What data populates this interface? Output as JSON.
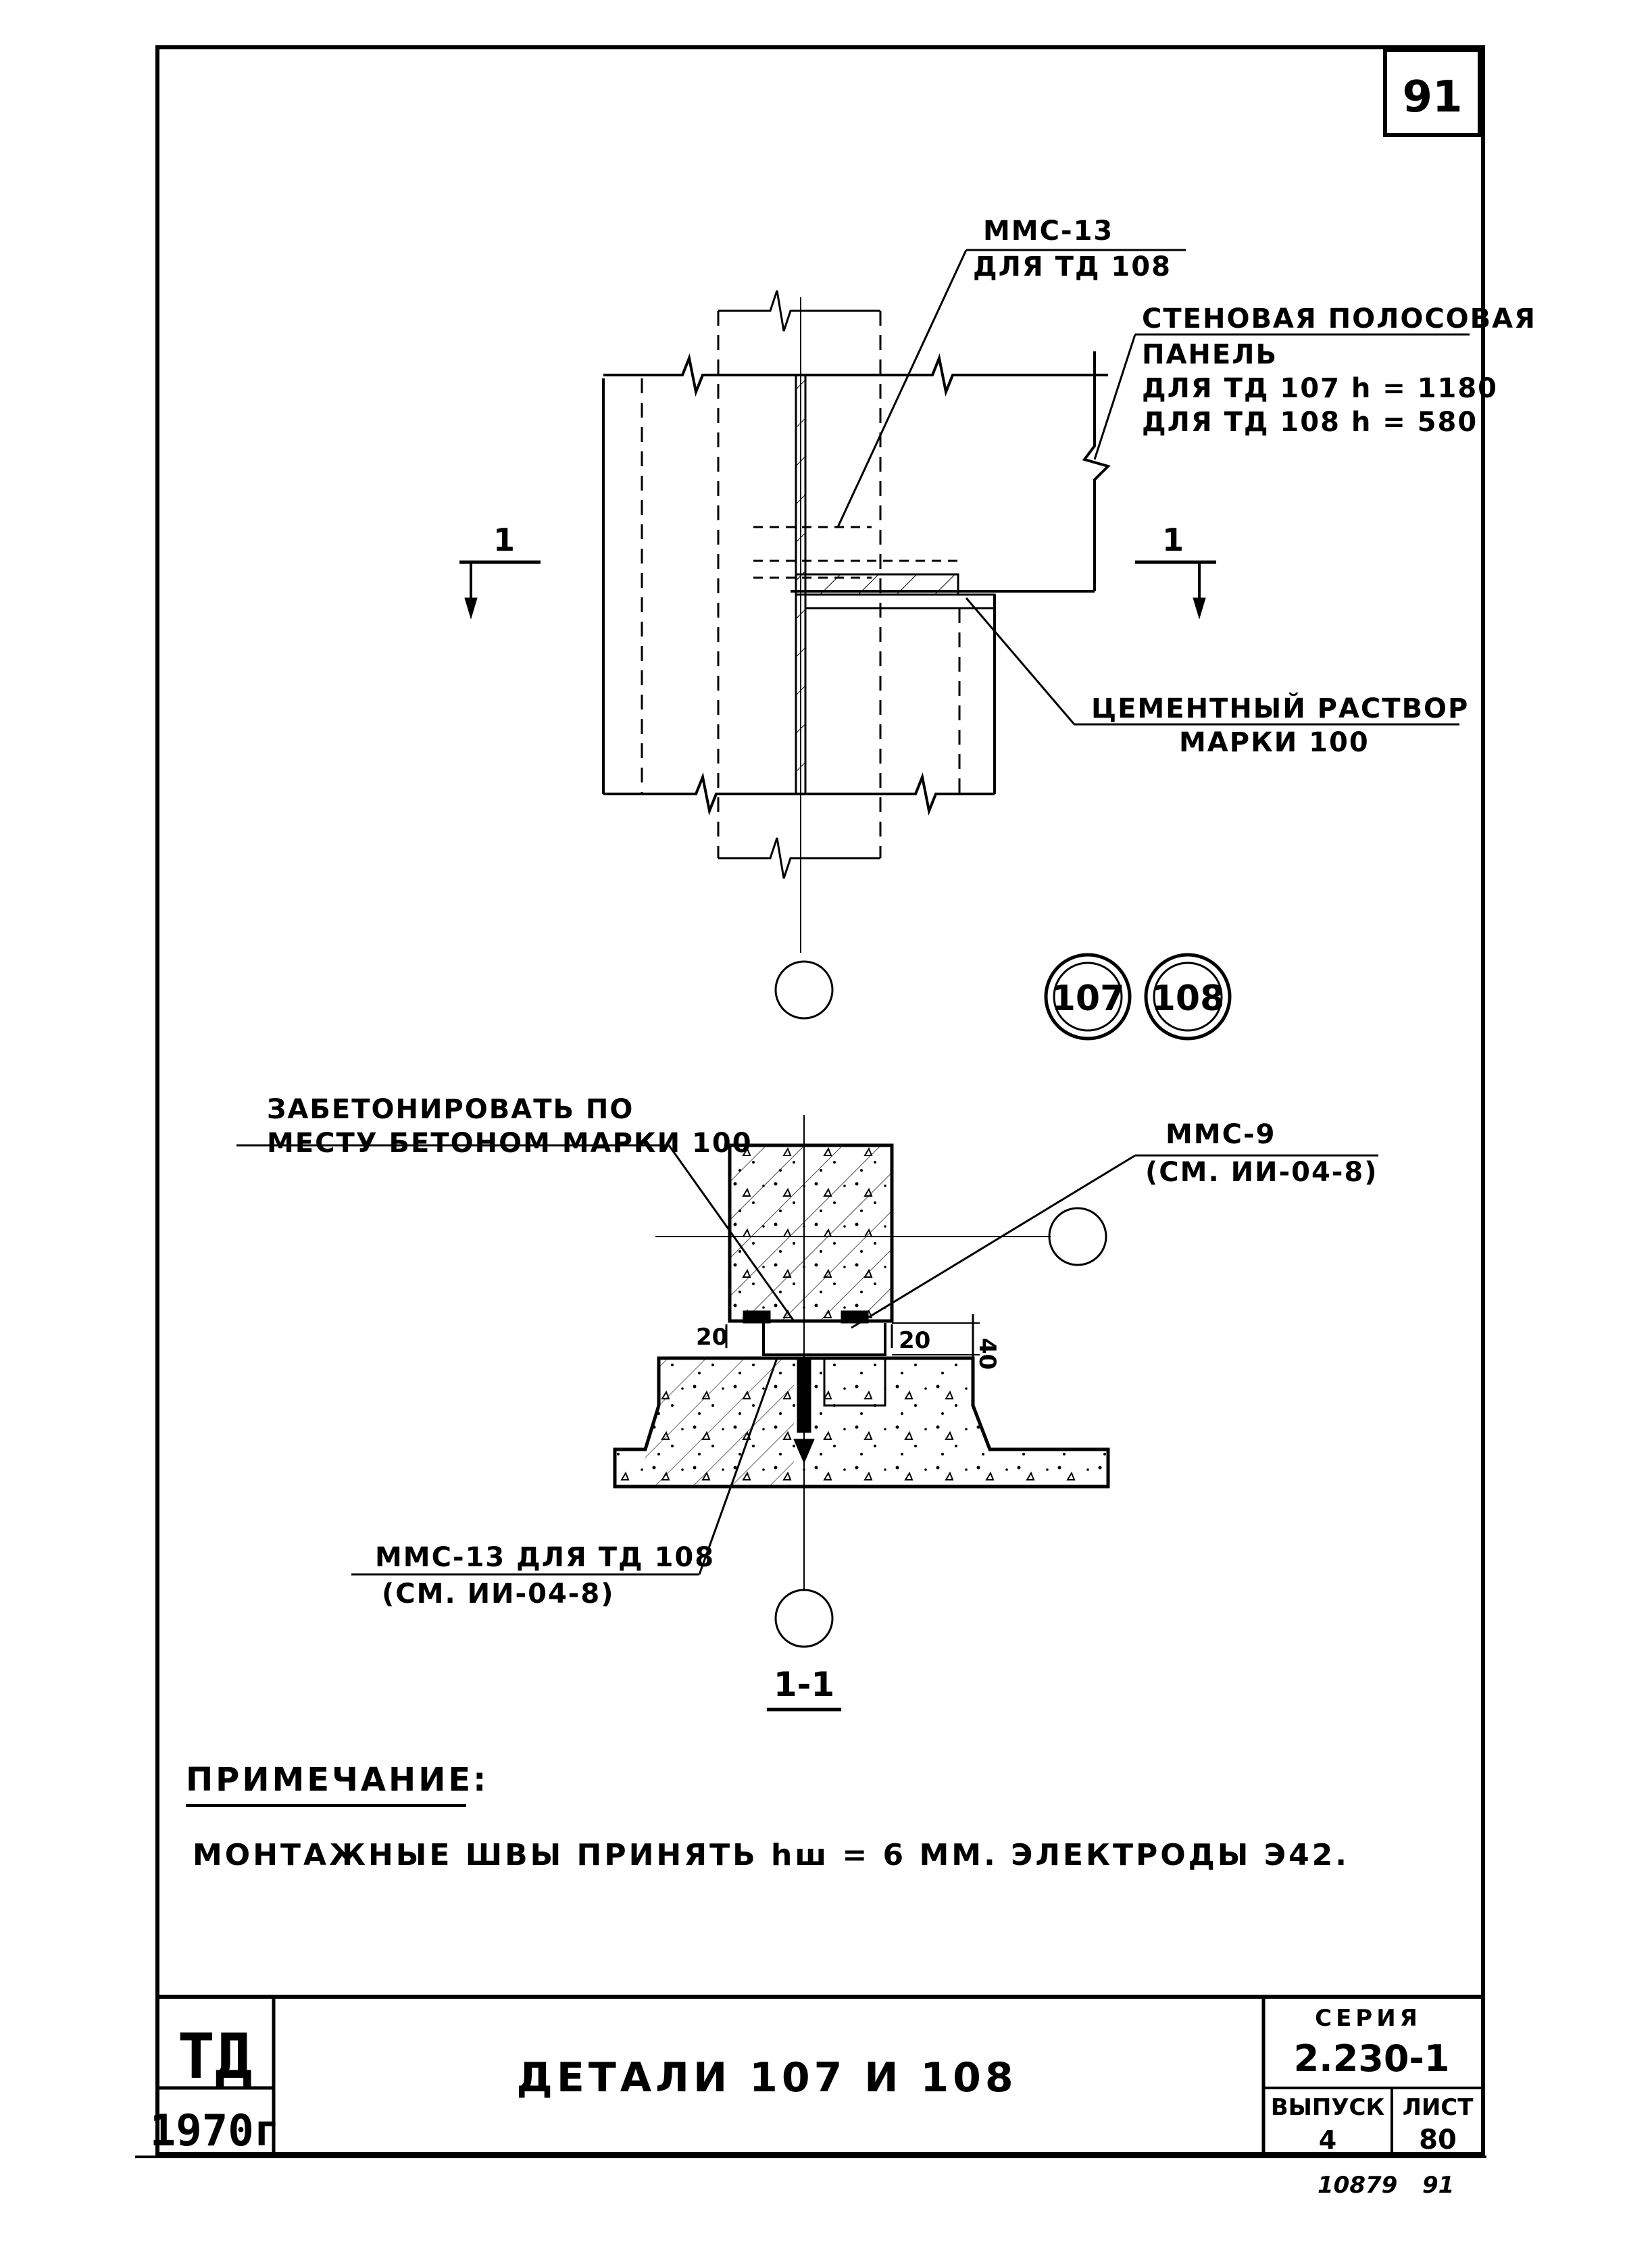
{
  "sheet_number": "91",
  "plan_labels": {
    "mmc13_line1": "ММС-13",
    "mmc13_line2": "ДЛЯ ТД 108",
    "panel_line1": "СТЕНОВАЯ ПОЛОСОВАЯ",
    "panel_line2": "ПАНЕЛЬ",
    "panel_line3": "ДЛЯ ТД 107  h = 1180",
    "panel_line4": "ДЛЯ ТД 108  h = 580",
    "mortar_line1": "ЦЕМЕНТНЫЙ РАСТВОР",
    "mortar_line2": "МАРКИ 100",
    "cut_left": "1",
    "cut_right": "1"
  },
  "detail_marks": [
    "107",
    "108"
  ],
  "section_labels": {
    "concrete_line1": "ЗАБЕТОНИРОВАТЬ ПО",
    "concrete_line2": "МЕСТУ БЕТОНОМ МАРКИ 100",
    "mmc9_line1": "ММС-9",
    "mmc9_line2": "(СМ. ИИ-04-8)",
    "mmc13_line1": "ММС-13 ДЛЯ ТД 108",
    "mmc13_line2": "(СМ. ИИ-04-8)",
    "dim_left": "20",
    "dim_right": "20",
    "dim_vertical": "40",
    "section_title": "1-1"
  },
  "note": {
    "heading": "ПРИМЕЧАНИЕ:",
    "text": "МОНТАЖНЫЕ ШВЫ ПРИНЯТЬ hш = 6 ММ. ЭЛЕКТРОДЫ Э42."
  },
  "title_block": {
    "logo_top": "ТД",
    "logo_year": "1970г",
    "title": "ДЕТАЛИ 107 И 108",
    "series_label": "СЕРИЯ",
    "series_value": "2.230-1",
    "issue_label": "ВЫПУСК",
    "issue_value": "4",
    "sheet_label": "ЛИСТ",
    "sheet_value": "80"
  },
  "footer": {
    "left": "10879",
    "right": "91"
  }
}
